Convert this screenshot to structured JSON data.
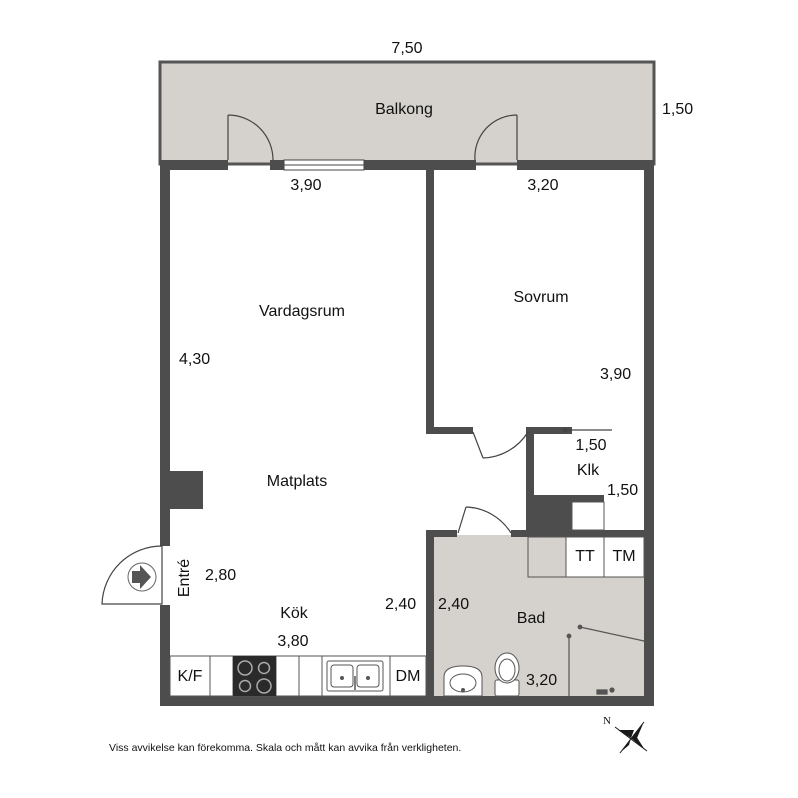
{
  "plan": {
    "overall_width": "7,50",
    "rooms": {
      "balcony": {
        "name": "Balkong",
        "depth": "1,50"
      },
      "living": {
        "name": "Vardagsrum",
        "width": "3,90",
        "depth": "4,30"
      },
      "bedroom": {
        "name": "Sovrum",
        "width": "3,20",
        "depth": "3,90"
      },
      "closet": {
        "name": "Klk",
        "width": "1,50",
        "depth": "1,50"
      },
      "dining": {
        "name": "Matplats"
      },
      "entrance": {
        "name": "Entré",
        "depth": "2,80"
      },
      "kitchen": {
        "name": "Kök",
        "width": "3,80",
        "depth": "2,40"
      },
      "bathroom": {
        "name": "Bad",
        "width": "3,20",
        "depth": "2,40"
      }
    },
    "appliances": {
      "fridge_freezer": "K/F",
      "dishwasher": "DM",
      "tumble_dryer": "TT",
      "washing_machine": "TM"
    },
    "compass": "N",
    "disclaimer": "Viss avvikelse kan förekomma. Skala och mått kan avvika från verkligheten."
  }
}
